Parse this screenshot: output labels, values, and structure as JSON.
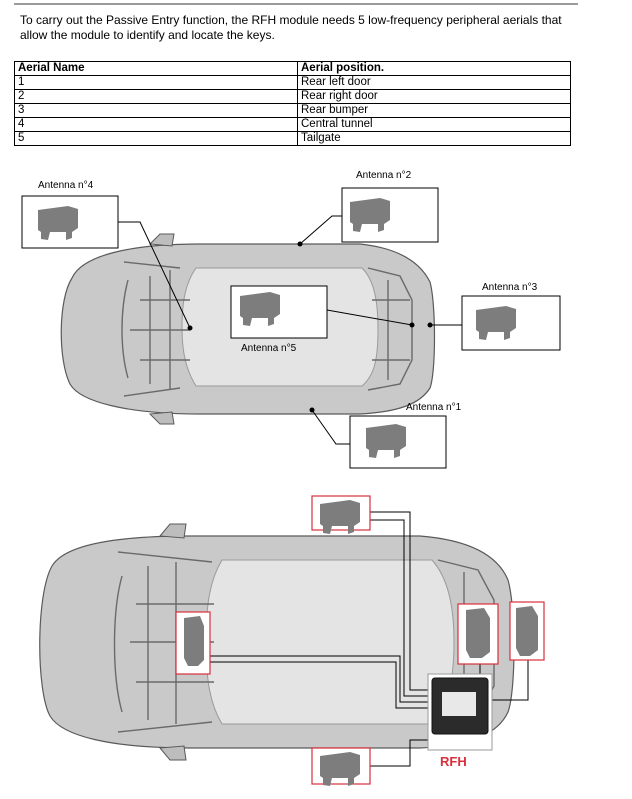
{
  "intro_text": "To carry out the Passive Entry function, the RFH module needs 5 low-frequency peripheral aerials that allow the module to identify and locate the keys.",
  "table": {
    "headers": [
      "Aerial Name",
      "Aerial position."
    ],
    "rows": [
      [
        "1",
        "Rear left door"
      ],
      [
        "2",
        "Rear right door"
      ],
      [
        "3",
        "Rear bumper"
      ],
      [
        "4",
        "Central tunnel"
      ],
      [
        "5",
        "Tailgate"
      ]
    ]
  },
  "figure1": {
    "labels": {
      "antenna4": "Antenna n°4",
      "antenna2": "Antenna n°2",
      "antenna3": "Antenna n°3",
      "antenna5": "Antenna n°5",
      "antenna1": "Antenna n°1"
    }
  },
  "figure2": {
    "module_label": "RFH"
  },
  "colors": {
    "car_body": "#c9c9c9",
    "roof": "#e4e4e4",
    "antenna_part": "#7d7d7d",
    "highlight_frame": "#d9303d",
    "rfh_label": "#d9303d"
  }
}
